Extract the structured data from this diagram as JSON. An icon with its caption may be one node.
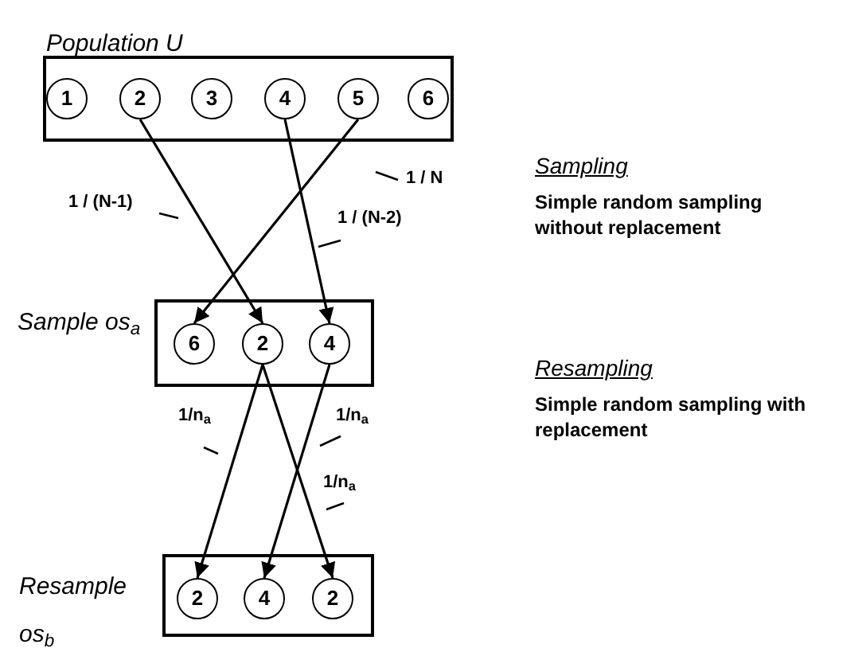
{
  "diagram": {
    "nodes": [
      {
        "text": [
          "Population U"
        ]
      },
      {
        "text": [
          "1"
        ],
        "in": 0
      },
      {
        "text": [
          "2"
        ],
        "in": 0
      },
      {
        "text": [
          "3"
        ],
        "in": 0
      },
      {
        "text": [
          "4"
        ],
        "in": 0
      },
      {
        "text": [
          "5"
        ],
        "in": 0
      },
      {
        "text": [
          "6"
        ],
        "in": 0
      },
      {
        "text": [
          "Sample os$_{a}$"
        ]
      },
      {
        "text": [
          "6"
        ],
        "in": 7
      },
      {
        "text": [
          "2"
        ],
        "in": 7
      },
      {
        "text": [
          "4"
        ],
        "in": 7
      },
      {
        "text": [
          "Resample os$_{b}$"
        ]
      },
      {
        "text": [
          "2"
        ],
        "in": 11
      },
      {
        "text": [
          "4"
        ],
        "in": 11
      },
      {
        "text": [
          "2"
        ],
        "in": 11
      }
    ],
    "edges": [
      {
        "from": 2,
        "to": 9,
        "arrow": "to",
        "label": "1 / (N-1)"
      },
      {
        "from": 5,
        "to": 8,
        "arrow": "to",
        "label": "1 / N"
      },
      {
        "from": 4,
        "to": 10,
        "arrow": "to",
        "label": "1 / (N-2)"
      },
      {
        "from": 9,
        "to": 12,
        "arrow": "to",
        "label": "1/n$_{a}$"
      },
      {
        "from": 10,
        "to": 13,
        "arrow": "to",
        "label": "1/n$_{a}$"
      },
      {
        "from": 9,
        "to": 14,
        "arrow": "to",
        "label": "1/n$_{a}$"
      }
    ],
    "labels": [
      "Sampling",
      "Simple random sampling without replacement",
      "Resampling",
      "Simple random sampling with replacement"
    ]
  }
}
